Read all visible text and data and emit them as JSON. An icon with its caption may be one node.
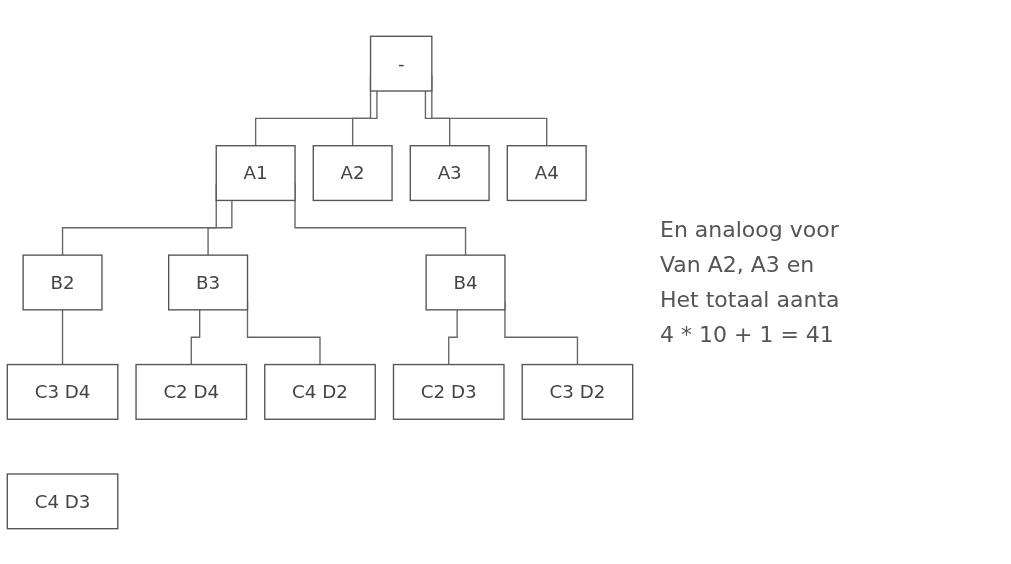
{
  "diagram": {
    "nodes": [
      {
        "text": [
          "-"
        ]
      },
      {
        "text": [
          "A1"
        ]
      },
      {
        "text": [
          "A2"
        ]
      },
      {
        "text": [
          "A3"
        ]
      },
      {
        "text": [
          "A4"
        ]
      },
      {
        "text": [
          "B2"
        ]
      },
      {
        "text": [
          "B3"
        ]
      },
      {
        "text": [
          "B4"
        ]
      },
      {
        "text": [
          "C3 D4"
        ]
      },
      {
        "text": [
          "C4 D3"
        ]
      },
      {
        "text": [
          "C2 D4"
        ]
      },
      {
        "text": [
          "C4 D2"
        ]
      },
      {
        "text": [
          "C2 D3"
        ]
      },
      {
        "text": [
          "C3 D2"
        ]
      }
    ],
    "edges": [
      {
        "from": 0,
        "to": 1,
        "arrow": "none"
      },
      {
        "from": 0,
        "to": 2,
        "arrow": "none"
      },
      {
        "from": 0,
        "to": 3,
        "arrow": "none"
      },
      {
        "from": 0,
        "to": 4,
        "arrow": "none"
      },
      {
        "from": 1,
        "to": 5,
        "arrow": "none"
      },
      {
        "from": 1,
        "to": 6,
        "arrow": "none"
      },
      {
        "from": 1,
        "to": 7,
        "arrow": "none"
      },
      {
        "from": 5,
        "to": 8,
        "arrow": "none"
      },
      {
        "from": 6,
        "to": 10,
        "arrow": "none"
      },
      {
        "from": 6,
        "to": 11,
        "arrow": "none"
      },
      {
        "from": 7,
        "to": 12,
        "arrow": "none"
      },
      {
        "from": 7,
        "to": 13,
        "arrow": "none"
      }
    ],
    "labels": [
      "En analoog voor",
      "Van A2, A3 en",
      "Het totaal aanta",
      "4 * 10 + 1 = 41"
    ]
  }
}
